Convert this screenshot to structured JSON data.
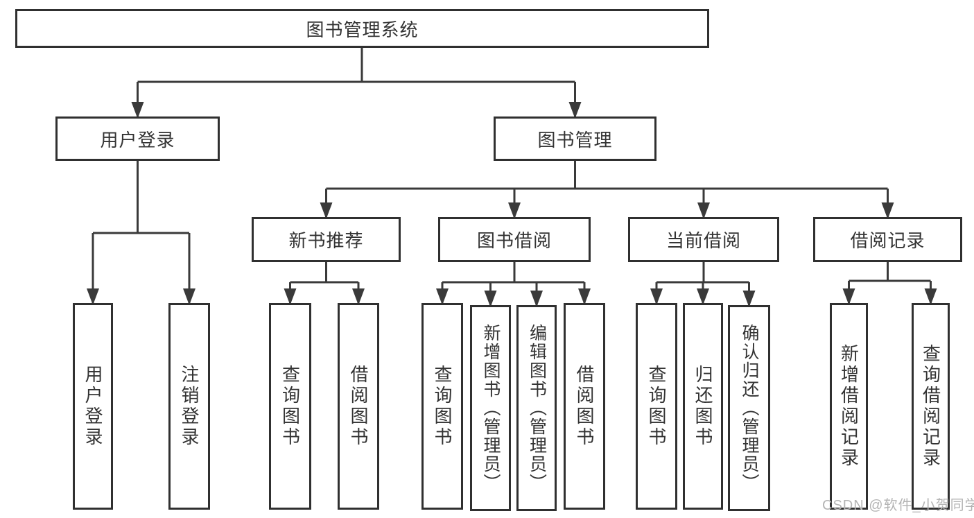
{
  "tree": {
    "root": {
      "label": "图书管理系统",
      "children": [
        {
          "label": "用户登录",
          "children": [
            {
              "label": "用户登录"
            },
            {
              "label": "注销登录"
            }
          ]
        },
        {
          "label": "图书管理",
          "children": [
            {
              "label": "新书推荐",
              "children": [
                {
                  "label": "查询图书"
                },
                {
                  "label": "借阅图书"
                }
              ]
            },
            {
              "label": "图书借阅",
              "children": [
                {
                  "label": "查询图书"
                },
                {
                  "label": "新增图书（管理员）"
                },
                {
                  "label": "编辑图书（管理员）"
                },
                {
                  "label": "借阅图书"
                }
              ]
            },
            {
              "label": "当前借阅",
              "children": [
                {
                  "label": "查询图书"
                },
                {
                  "label": "归还图书"
                },
                {
                  "label": "确认归还（管理员）"
                }
              ]
            },
            {
              "label": "借阅记录",
              "children": [
                {
                  "label": "新增借阅记录"
                },
                {
                  "label": "查询借阅记录"
                }
              ]
            }
          ]
        }
      ]
    }
  },
  "watermark": {
    "text": "CSDN @软件_小贺同学"
  },
  "colors": {
    "line": "#3a3a3a",
    "box_border": "#303030",
    "text": "#333333",
    "watermark": "#b4b4b4",
    "background": "#ffffff"
  }
}
